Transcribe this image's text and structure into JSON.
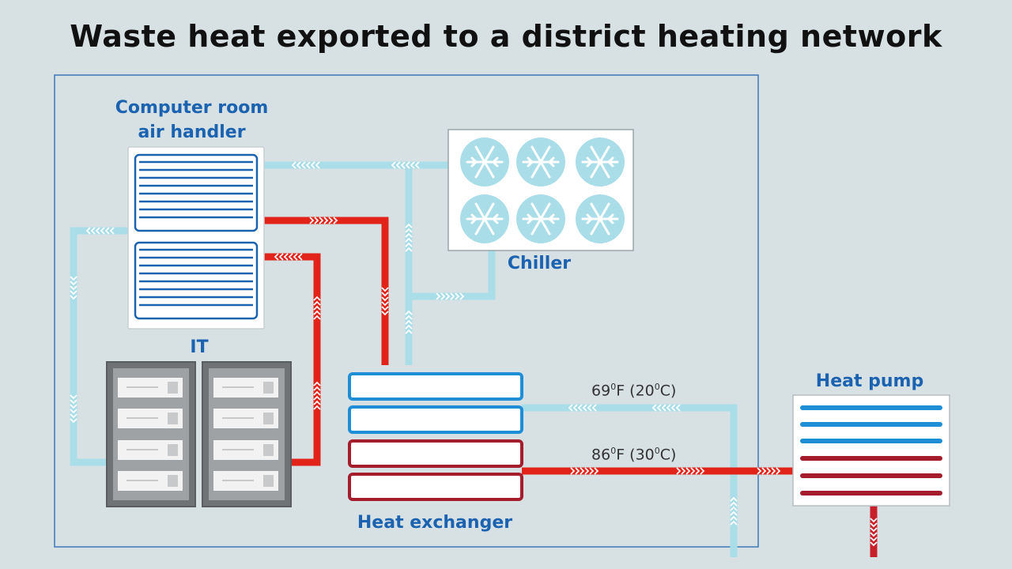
{
  "title": "Waste heat exported to a district heating network",
  "labels": {
    "air_handler_line1": "Computer room",
    "air_handler_line2": "air handler",
    "chiller": "Chiller",
    "it": "IT",
    "heat_exchanger": "Heat exchanger",
    "heat_pump": "Heat pump"
  },
  "temps": {
    "cool_f": "69",
    "cool_rest": "F (20",
    "cool_end": "C)",
    "warm_f": "86",
    "warm_rest": "F (30",
    "warm_end": "C)",
    "degree": "0"
  },
  "colors": {
    "background": "#d7e1e4",
    "cool_pipe": "#a9dde8",
    "warm_pipe": "#e2231a",
    "dark_red": "#a51d2d",
    "blue": "#1b63b0",
    "label_blue": "#1b63b0"
  }
}
